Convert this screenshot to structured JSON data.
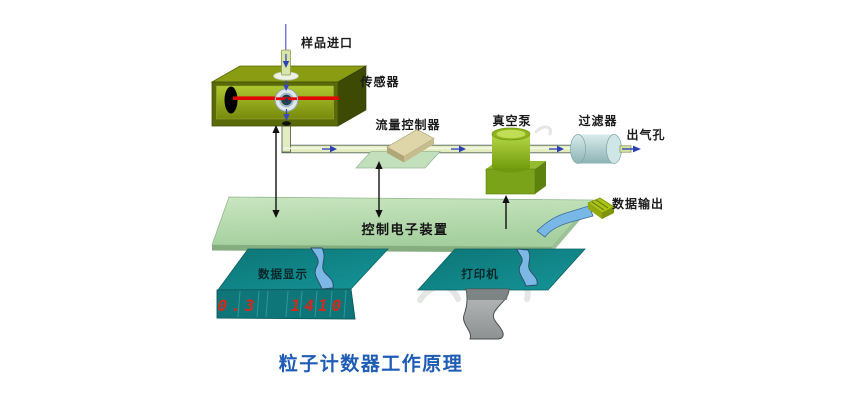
{
  "title": {
    "text": "粒子计数器工作原理",
    "color": "#1e5cb5"
  },
  "labels": {
    "sample_inlet": "样品进口",
    "sensor": "传感器",
    "flow_controller": "流量控制器",
    "vacuum_pump": "真空泵",
    "filter": "过滤器",
    "air_outlet": "出气孔",
    "data_output": "数据输出",
    "control_electronics": "控制电子装置",
    "data_display": "数据显示",
    "printer": "打印机"
  },
  "display_readout": {
    "left_value": "0.3",
    "right_value": "1410",
    "digit_color": "#d42a1e"
  },
  "colors": {
    "sensor_box_front": "#5a6a08",
    "sensor_box_panel": "#9db41f",
    "sensor_box_top": "#8a9c12",
    "laser_red": "#e30505",
    "pipe_fill": "#e3ecc0",
    "flow_arrow_blue": "#2d3fb5",
    "vacuum_pump_green": "#86ad1c",
    "filter_cyan": "#aed2d3",
    "platform_green": "#b8dcb2",
    "device_teal": "#107e80",
    "ribbon_blue": "#7cb8e5",
    "paper_gray": "#9a9e9e",
    "connector_green": "#aac317",
    "arrow_black": "#111111",
    "title_blue": "#1e5cb5"
  }
}
